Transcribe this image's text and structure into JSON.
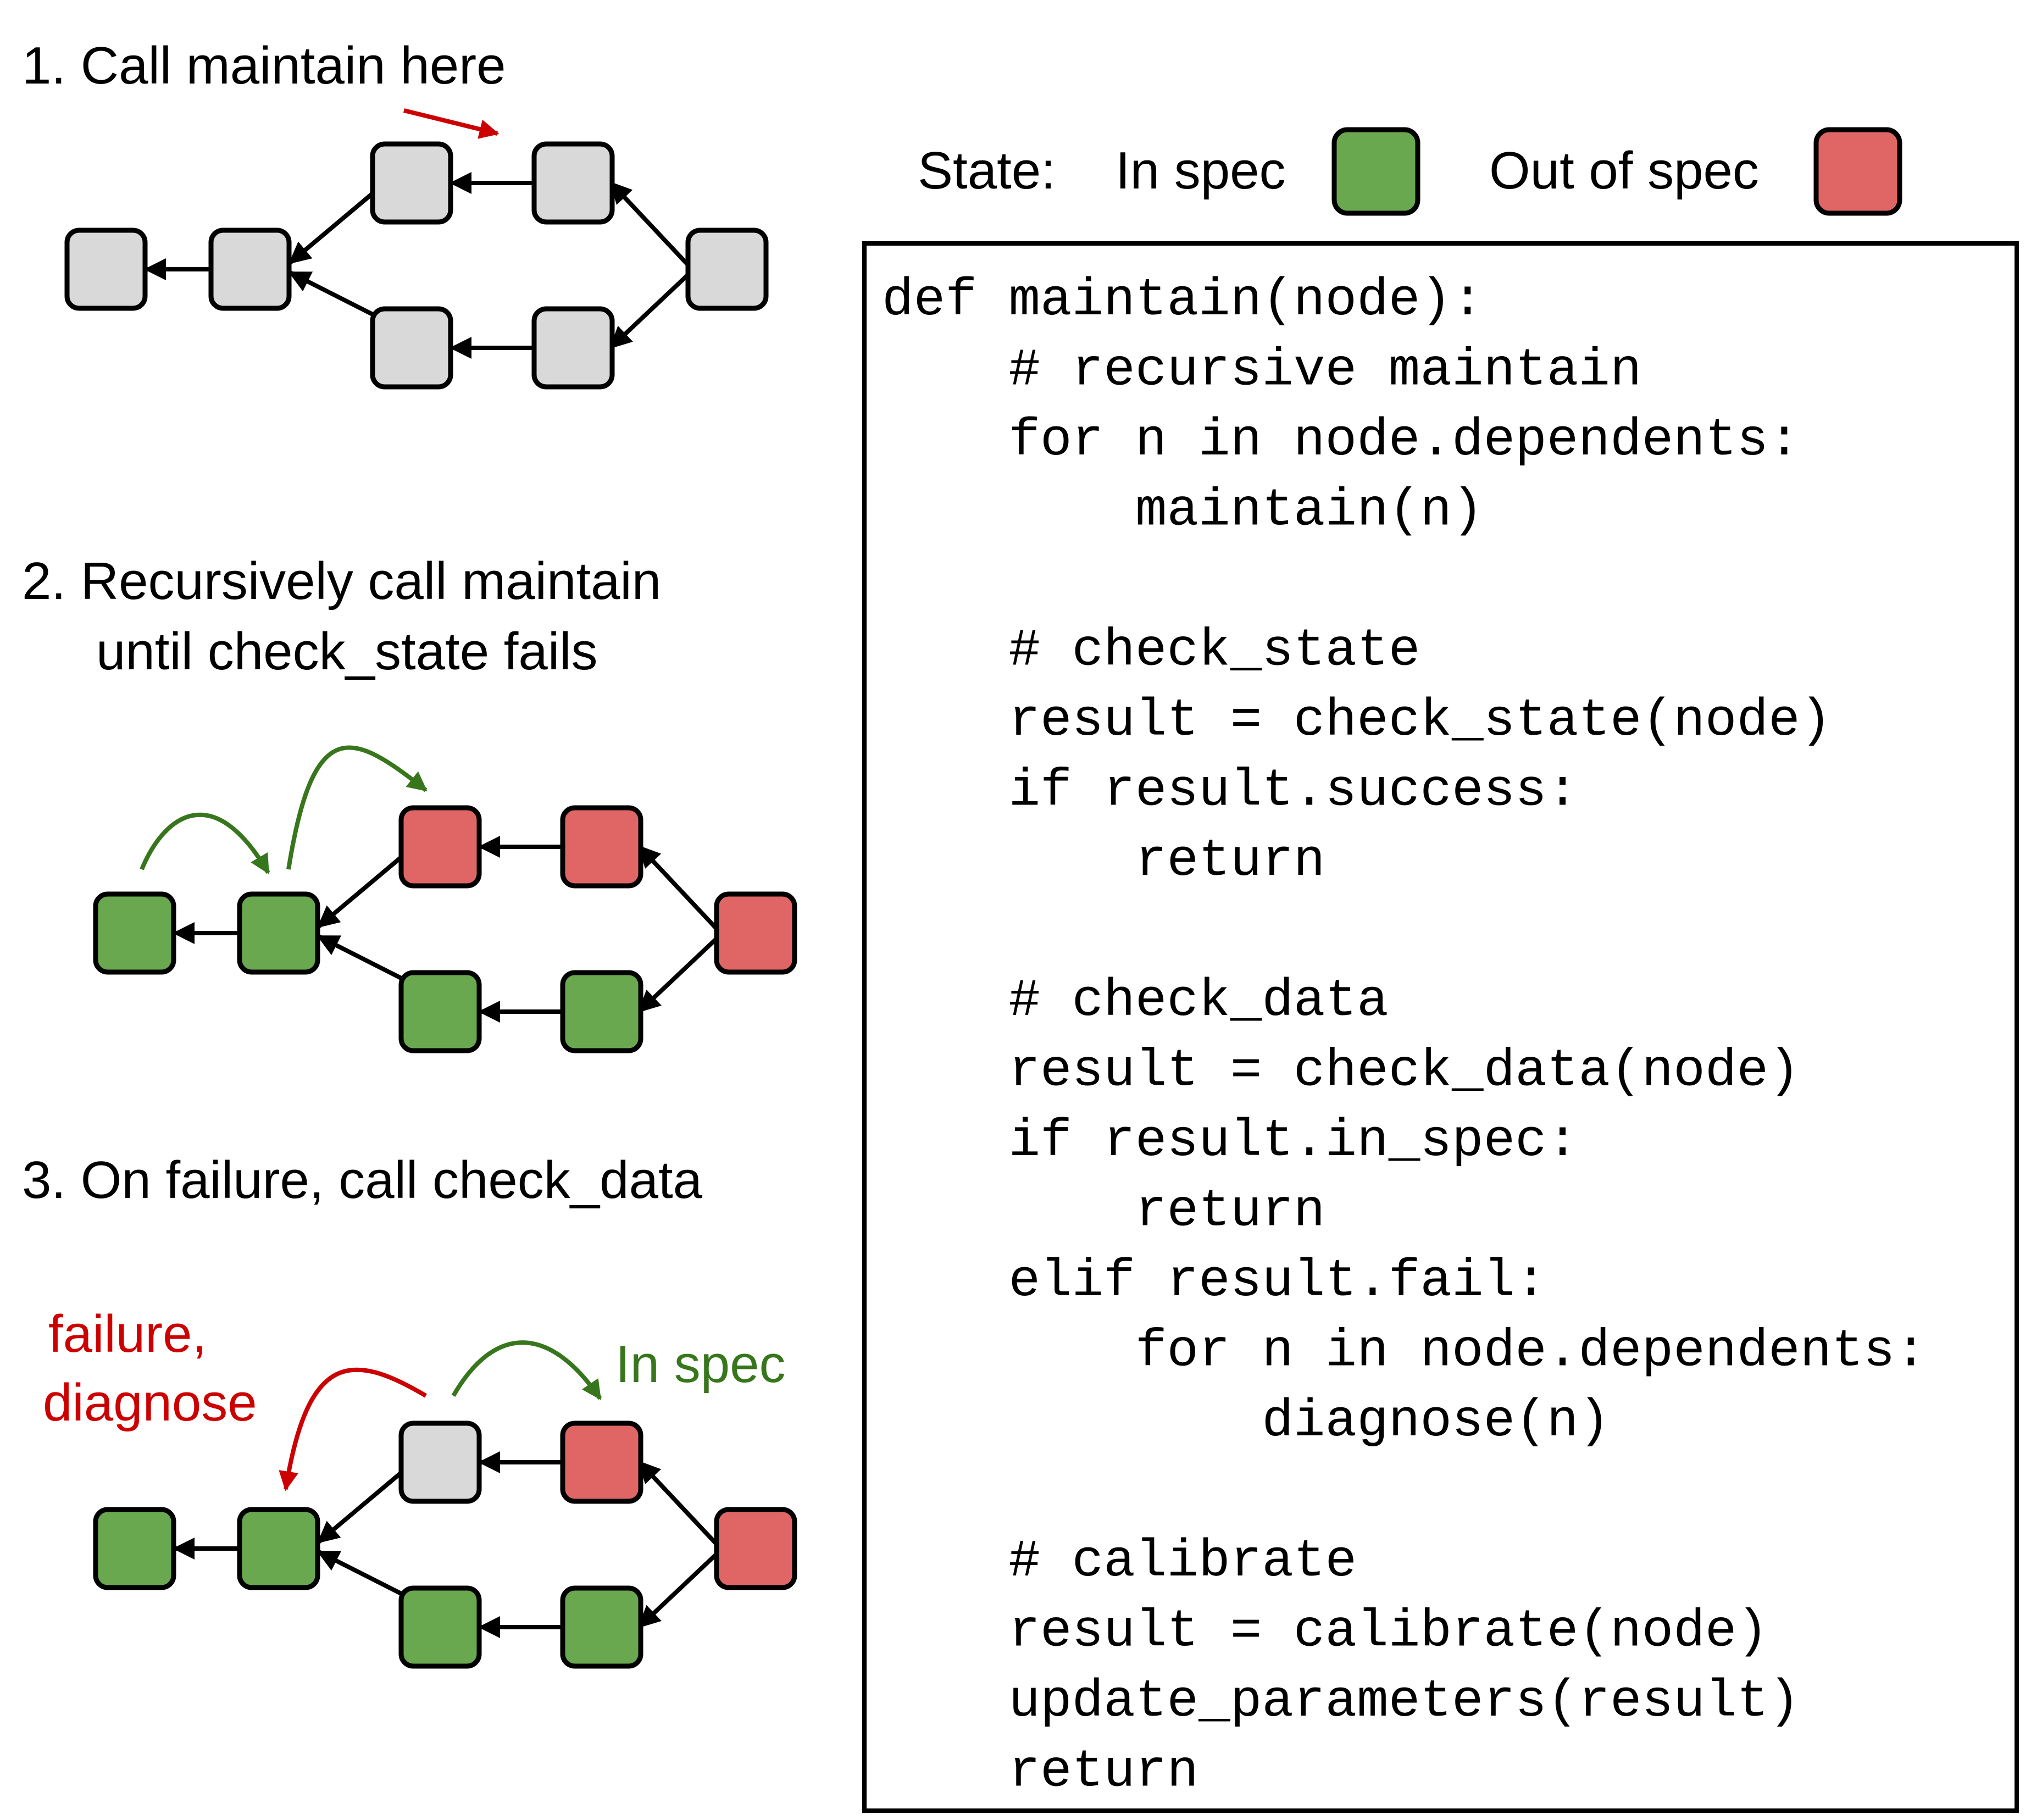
{
  "steps": [
    {
      "title": "1. Call maintain here"
    },
    {
      "title_line1": "2. Recursively call maintain",
      "title_line2": "until check_state fails"
    },
    {
      "title": "3. On failure, call check_data",
      "failure_label_line1": "failure,",
      "failure_label_line2": "diagnose",
      "in_spec_label": "In spec"
    }
  ],
  "legend": {
    "state_label": "State:",
    "in_spec_label": "In spec",
    "out_of_spec_label": "Out of spec"
  },
  "colors": {
    "in_spec": "#6aa84f",
    "out_of_spec": "#e06666",
    "unknown": "#d9d9d9",
    "red_arrow": "#cc0000",
    "green_arrow": "#38761d"
  },
  "node_states": {
    "diagram1": [
      "unknown",
      "unknown",
      "unknown",
      "unknown",
      "unknown",
      "unknown",
      "unknown"
    ],
    "diagram2": [
      "in_spec",
      "in_spec",
      "out_of_spec",
      "out_of_spec",
      "in_spec",
      "in_spec",
      "out_of_spec"
    ],
    "diagram3": [
      "in_spec",
      "in_spec",
      "unknown",
      "out_of_spec",
      "in_spec",
      "in_spec",
      "out_of_spec"
    ]
  },
  "code": {
    "lines": [
      "def maintain(node):",
      "    # recursive maintain",
      "    for n in node.dependents:",
      "        maintain(n)",
      "",
      "    # check_state",
      "    result = check_state(node)",
      "    if result.success:",
      "        return",
      "",
      "    # check_data",
      "    result = check_data(node)",
      "    if result.in_spec:",
      "        return",
      "    elif result.fail:",
      "        for n in node.dependents:",
      "            diagnose(n)",
      "",
      "    # calibrate",
      "    result = calibrate(node)",
      "    update_parameters(result)",
      "    return"
    ]
  }
}
